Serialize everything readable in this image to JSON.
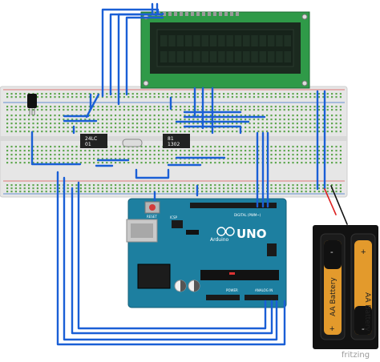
{
  "diagram": {
    "eeprom_label_line1": "24LC",
    "eeprom_label_line2": "01",
    "rtc_label_line1": "81",
    "rtc_label_line2": "1302",
    "arduino_model": "UNO",
    "arduino_brand": "Arduino",
    "arduino_reset": "RESET",
    "arduino_icsp": "ICSP",
    "arduino_digital": "DIGITAL (PWM~)",
    "arduino_power": "POWER",
    "arduino_analog": "ANALOG IN",
    "battery_label_1": "AA Battery",
    "battery_label_2": "AA Battery",
    "battery_minus_1": "-",
    "battery_minus_2": "-",
    "battery_plus_1": "+",
    "battery_plus_2": "+",
    "watermark": "fritzing"
  },
  "colors": {
    "wire": "#1a5fd6",
    "breadboard": "#e6e6e6",
    "rail_red": "#d9534f",
    "rail_blue": "#3b73c9",
    "lcd_frame": "#2f9a48",
    "lcd_screen": "#16231a",
    "arduino": "#1d7fa0",
    "battery_holder": "#121212",
    "battery_body": "#e39a2c"
  }
}
